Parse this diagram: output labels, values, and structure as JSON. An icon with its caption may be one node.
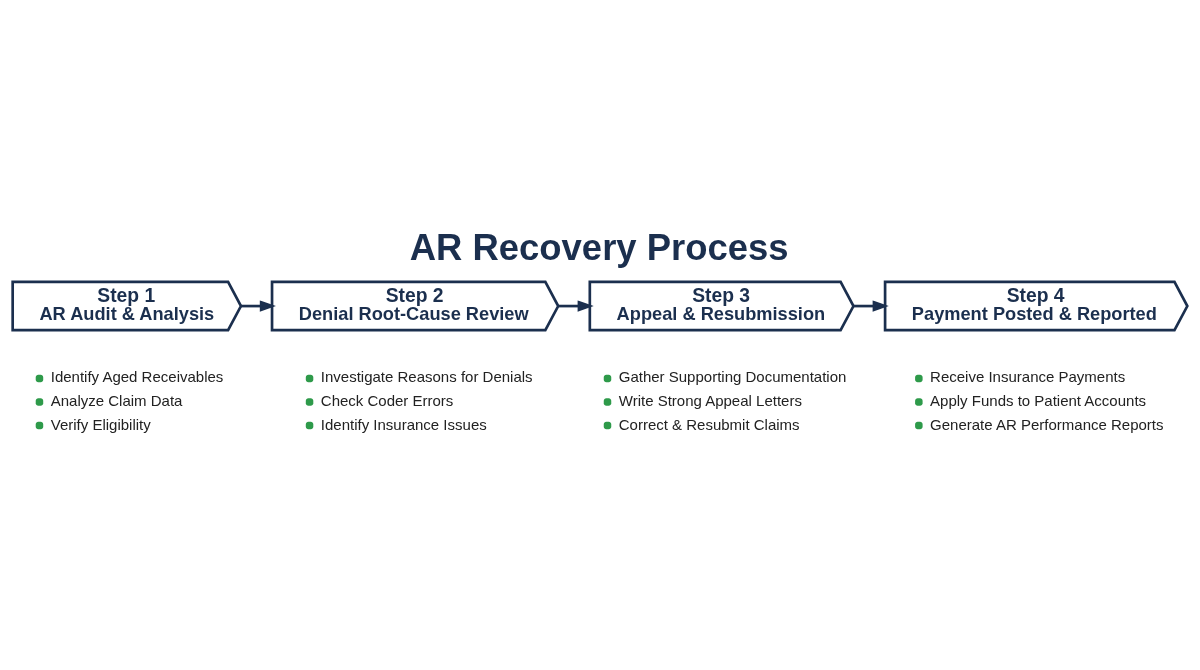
{
  "diagram": {
    "title": "AR Recovery Process",
    "nodes": [
      {
        "text": [
          "Step 1",
          "AR Audit & Analysis"
        ],
        "beside": [
          "Identify Aged Receivables",
          "Analyze Claim Data",
          "Verify Eligibility"
        ]
      },
      {
        "text": [
          "Step 2",
          "Denial Root-Cause Review"
        ],
        "beside": [
          "Investigate Reasons for Denials",
          "Check Coder Errors",
          "Identify Insurance Issues"
        ]
      },
      {
        "text": [
          "Step 3",
          "Appeal & Resubmission"
        ],
        "beside": [
          "Gather Supporting Documentation",
          "Write Strong Appeal Letters",
          "Correct & Resubmit Claims"
        ]
      },
      {
        "text": [
          "Step 4",
          "Payment Posted & Reported"
        ],
        "beside": [
          "Receive Insurance Payments",
          "Apply Funds to Patient Accounts",
          "Generate AR Performance Reports"
        ]
      }
    ],
    "edges": [
      {
        "from": 0,
        "to": 1,
        "arrow": "to"
      },
      {
        "from": 1,
        "to": 2,
        "arrow": "to"
      },
      {
        "from": 2,
        "to": 3,
        "arrow": "to"
      }
    ]
  }
}
